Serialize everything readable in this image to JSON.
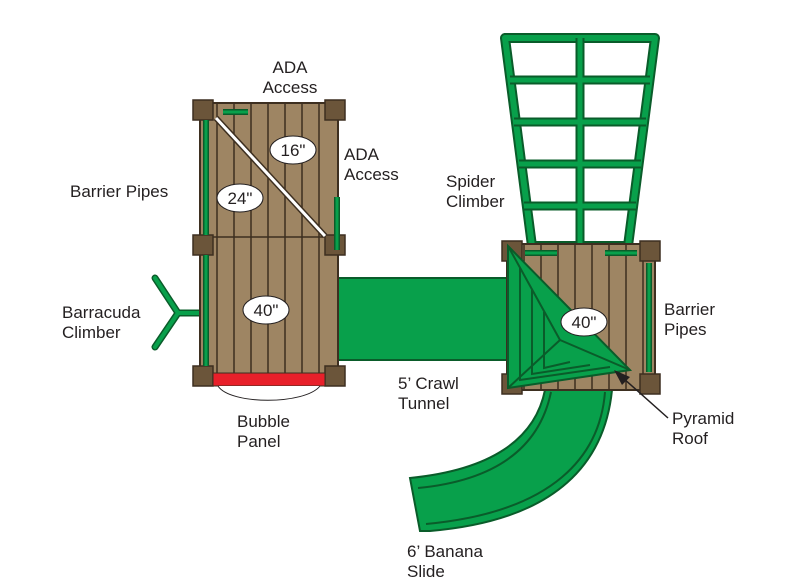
{
  "labels": {
    "ada_access_top": [
      "ADA",
      "Access"
    ],
    "ada_access_side": [
      "ADA",
      "Access"
    ],
    "barrier_pipes_left": "Barrier Pipes",
    "barracuda_climber": [
      "Barracuda",
      "Climber"
    ],
    "bubble_panel": [
      "Bubble",
      "Panel"
    ],
    "crawl_tunnel": [
      "5’ Crawl",
      "Tunnel"
    ],
    "spider_climber": [
      "Spider",
      "Climber"
    ],
    "barrier_pipes_right": [
      "Barrier",
      "Pipes"
    ],
    "pyramid_roof": [
      "Pyramid",
      "Roof"
    ],
    "banana_slide": [
      "6’ Banana",
      "Slide"
    ]
  },
  "heights": {
    "deck_16": "16\"",
    "deck_24": "24\"",
    "deck_40_left": "40\"",
    "deck_40_right": "40\""
  },
  "colors": {
    "wood": "#9e8563",
    "wood_dark": "#6b553a",
    "plank_line": "#3d2f20",
    "green": "#08a04b",
    "green_outline": "#0a5c2a",
    "red": "#e8202a",
    "text": "#231f20"
  }
}
